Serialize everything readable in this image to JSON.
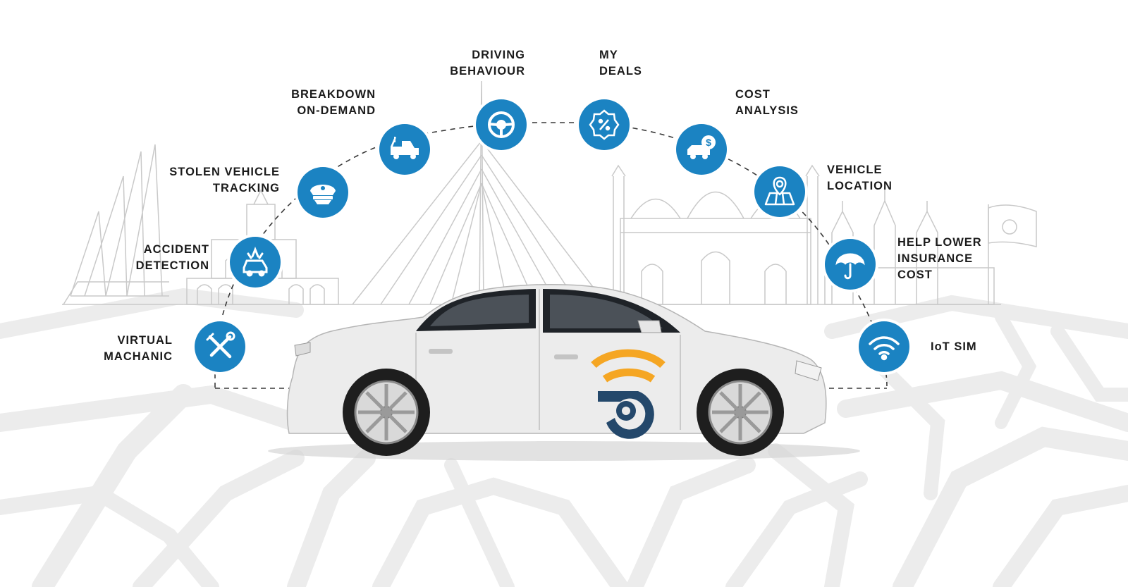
{
  "colors": {
    "icon_fill": "#1b83c2",
    "icon_ring": "#ffffff",
    "dashed_arc": "#3a3a3a",
    "line_art": "#c9c9c9",
    "road": "#ececec",
    "car_body": "#eaeaea",
    "logo_arcs": "#f5a623",
    "logo_mark": "#24486b",
    "label_text": "#1b1b1b"
  },
  "features": [
    {
      "id": "virtual-machanic",
      "icon": "wrench-screwdriver-icon",
      "lines": [
        "VIRTUAL",
        "MACHANIC"
      ]
    },
    {
      "id": "accident-detection",
      "icon": "crashed-car-icon",
      "lines": [
        "ACCIDENT",
        "DETECTION"
      ]
    },
    {
      "id": "stolen-vehicle-tracking",
      "icon": "police-cap-icon",
      "lines": [
        "STOLEN VEHICLE",
        "TRACKING"
      ]
    },
    {
      "id": "breakdown-on-demand",
      "icon": "tow-truck-icon",
      "lines": [
        "BREAKDOWN",
        "ON-DEMAND"
      ]
    },
    {
      "id": "driving-behaviour",
      "icon": "steering-wheel-icon",
      "lines": [
        "DRIVING",
        "BEHAVIOUR"
      ]
    },
    {
      "id": "my-deals",
      "icon": "discount-badge-icon",
      "lines": [
        "MY",
        "DEALS"
      ]
    },
    {
      "id": "cost-analysis",
      "icon": "car-dollar-icon",
      "lines": [
        "COST",
        "ANALYSIS"
      ]
    },
    {
      "id": "vehicle-location",
      "icon": "map-pin-icon",
      "lines": [
        "VEHICLE",
        "LOCATION"
      ]
    },
    {
      "id": "help-lower-insurance-cost",
      "icon": "umbrella-icon",
      "lines": [
        "HELP LOWER",
        "INSURANCE",
        "COST"
      ]
    },
    {
      "id": "iot-sim",
      "icon": "wifi-icon",
      "lines": [
        "IoT SIM"
      ]
    }
  ]
}
